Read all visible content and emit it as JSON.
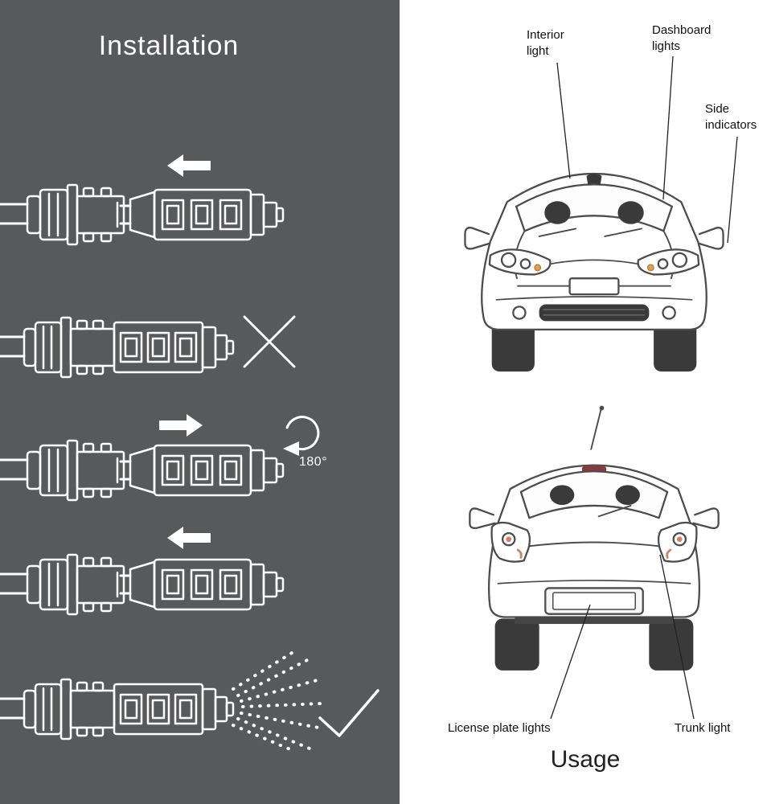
{
  "installation": {
    "title": "Installation",
    "rotation_label": "180°",
    "steps": [
      {
        "name": "insert-bulb-into-socket",
        "indicator": "arrow-left-icon"
      },
      {
        "name": "wrong-polarity-fit",
        "indicator": "x-mark-icon"
      },
      {
        "name": "pull-out-and-rotate-bulb",
        "indicator": "rotate-180-arrow-icon"
      },
      {
        "name": "reinsert-bulb",
        "indicator": "arrow-left-icon"
      },
      {
        "name": "correct-fit-light-on",
        "indicator": "check-mark-icon"
      }
    ]
  },
  "usage": {
    "title": "Usage",
    "labels": {
      "interior_light": "Interior light",
      "dashboard_lights": "Dashboard lights",
      "side_indicators": "Side indicators",
      "license_plate_lights": "License plate lights",
      "trunk_light": "Trunk light"
    }
  },
  "colors": {
    "installation_bg": "#58595B",
    "installation_fg": "#FFFFFF",
    "usage_bg": "#FFFFFF",
    "label_color": "#111111",
    "car_line": "#4C4C4C"
  }
}
